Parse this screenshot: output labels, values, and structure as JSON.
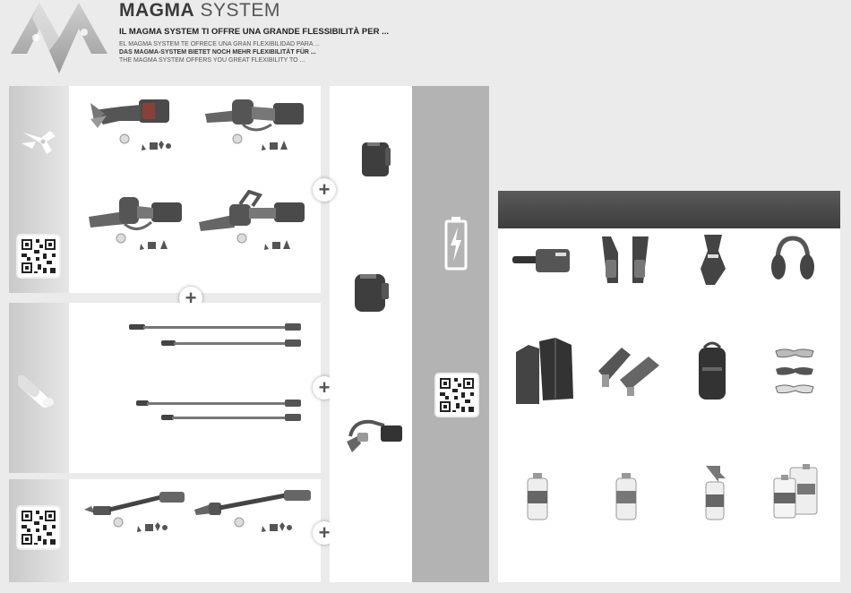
{
  "header": {
    "brand_bold": "MAGMA",
    "brand_light": "SYSTEM",
    "tagline_it": "IL MAGMA SYSTEM TI OFFRE UNA GRANDE FLESSIBILITÀ PER ...",
    "tagline_es": "EL MAGMA SYSTEM TE OFRECE UNA GRAN FLEXIBILIDAD PARA ...",
    "tagline_de": "DAS MAGMA-SYSTEM BIETET NOCH MEHR FLEXIBILITÄT FÜR ...",
    "tagline_en": "THE MAGMA SYSTEM OFFERS YOU GREAT FLEXIBILITY TO ..."
  },
  "plus_symbol": "+",
  "icons": {
    "tools_section": "pruner-icon",
    "poles_section": "telescopic-pole-icon",
    "battery_section": "battery-bolt-icon",
    "qr": "qr-code-icon"
  },
  "colors": {
    "sidebar": "#c9c9c9",
    "panel": "#ffffff",
    "accessories_header": "#4a4a4a",
    "background": "#ebebeb"
  }
}
